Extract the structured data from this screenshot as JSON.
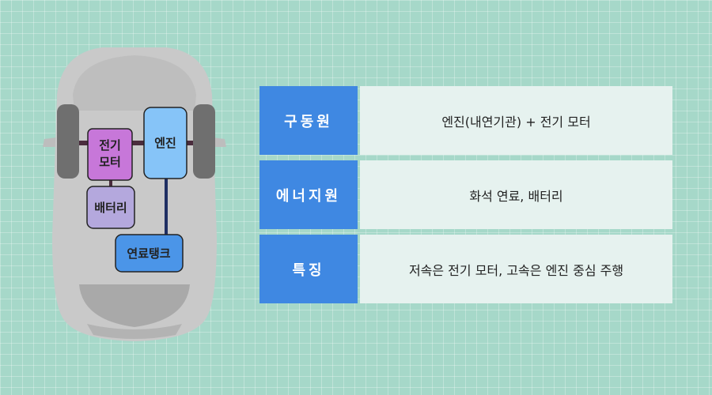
{
  "diagram": {
    "components": {
      "motor": [
        "전기",
        "모터"
      ],
      "engine": "엔진",
      "battery": "배터리",
      "fuel_tank": "연료탱크"
    },
    "colors": {
      "background": "#a6d8c9",
      "motor": "#c777d9",
      "engine": "#86c4f8",
      "battery": "#b4a8dd",
      "fuel_tank": "#4b95e8",
      "car_body": "#c9c9c9",
      "tires": "#6f6f6f"
    }
  },
  "table": {
    "rows": [
      {
        "header": "구동원",
        "value": "엔진(내연기관) + 전기 모터"
      },
      {
        "header": "에너지원",
        "value": "화석 연료, 배터리"
      },
      {
        "header": "특징",
        "value": "저속은 전기 모터, 고속은 엔진 중심 주행"
      }
    ],
    "colors": {
      "header_bg": "#3f88e2",
      "value_bg": "#e6f2ef"
    }
  }
}
